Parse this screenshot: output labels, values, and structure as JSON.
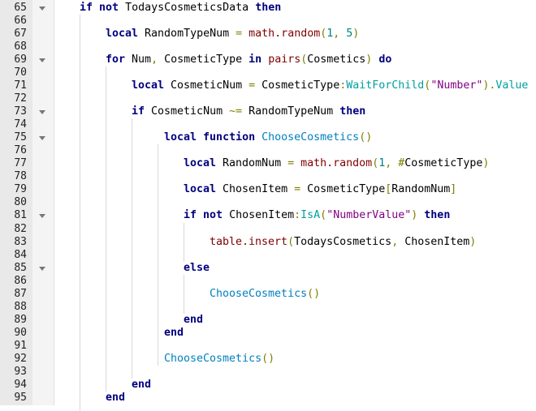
{
  "editor": {
    "first_line": 65,
    "line_numbers": [
      "65",
      "66",
      "67",
      "68",
      "69",
      "70",
      "71",
      "72",
      "73",
      "74",
      "75",
      "76",
      "77",
      "78",
      "79",
      "80",
      "81",
      "82",
      "83",
      "84",
      "85",
      "86",
      "87",
      "88",
      "89",
      "90",
      "91",
      "92",
      "93",
      "94",
      "95"
    ],
    "fold_lines": [
      65,
      69,
      73,
      75,
      81,
      85
    ],
    "colors": {
      "keyword": "#00007f",
      "builtin": "#7f0000",
      "number": "#007f7f",
      "string": "#7f007f",
      "operator": "#7f7f00",
      "method": "#00a0a0",
      "function": "#007fbf"
    },
    "lines": [
      {
        "n": 65,
        "tokens": [
          [
            "kw",
            "if"
          ],
          [
            "id",
            " "
          ],
          [
            "kw",
            "not"
          ],
          [
            "id",
            " TodaysCosmeticsData "
          ],
          [
            "kw",
            "then"
          ]
        ]
      },
      {
        "n": 67,
        "tokens": [
          [
            "kw",
            "local"
          ],
          [
            "id",
            " RandomTypeNum "
          ],
          [
            "op",
            "="
          ],
          [
            "id",
            " "
          ],
          [
            "bi",
            "math.random"
          ],
          [
            "op",
            "("
          ],
          [
            "num",
            "1"
          ],
          [
            "op",
            ","
          ],
          [
            "id",
            " "
          ],
          [
            "num",
            "5"
          ],
          [
            "op",
            ")"
          ]
        ]
      },
      {
        "n": 69,
        "tokens": [
          [
            "kw",
            "for"
          ],
          [
            "id",
            " Num"
          ],
          [
            "op",
            ","
          ],
          [
            "id",
            " CosmeticType "
          ],
          [
            "kw",
            "in"
          ],
          [
            "id",
            " "
          ],
          [
            "bi",
            "pairs"
          ],
          [
            "op",
            "("
          ],
          [
            "id",
            "Cosmetics"
          ],
          [
            "op",
            ")"
          ],
          [
            "id",
            " "
          ],
          [
            "kw",
            "do"
          ]
        ]
      },
      {
        "n": 71,
        "tokens": [
          [
            "kw",
            "local"
          ],
          [
            "id",
            " CosmeticNum "
          ],
          [
            "op",
            "="
          ],
          [
            "id",
            " CosmeticType"
          ],
          [
            "op",
            ":"
          ],
          [
            "mth",
            "WaitForChild"
          ],
          [
            "op",
            "("
          ],
          [
            "str",
            "\"Number\""
          ],
          [
            "op",
            ")."
          ],
          [
            "mth",
            "Value"
          ]
        ]
      },
      {
        "n": 73,
        "tokens": [
          [
            "kw",
            "if"
          ],
          [
            "id",
            " CosmeticNum "
          ],
          [
            "op",
            "~="
          ],
          [
            "id",
            " RandomTypeNum "
          ],
          [
            "kw",
            "then"
          ]
        ]
      },
      {
        "n": 75,
        "tokens": [
          [
            "kw",
            "local"
          ],
          [
            "id",
            " "
          ],
          [
            "kw",
            "function"
          ],
          [
            "id",
            " "
          ],
          [
            "fn",
            "ChooseCosmetics"
          ],
          [
            "op",
            "()"
          ]
        ]
      },
      {
        "n": 77,
        "tokens": [
          [
            "kw",
            "local"
          ],
          [
            "id",
            " RandomNum "
          ],
          [
            "op",
            "="
          ],
          [
            "id",
            " "
          ],
          [
            "bi",
            "math.random"
          ],
          [
            "op",
            "("
          ],
          [
            "num",
            "1"
          ],
          [
            "op",
            ","
          ],
          [
            "id",
            " "
          ],
          [
            "op",
            "#"
          ],
          [
            "id",
            "CosmeticType"
          ],
          [
            "op",
            ")"
          ]
        ]
      },
      {
        "n": 79,
        "tokens": [
          [
            "kw",
            "local"
          ],
          [
            "id",
            " ChosenItem "
          ],
          [
            "op",
            "="
          ],
          [
            "id",
            " CosmeticType"
          ],
          [
            "op",
            "["
          ],
          [
            "id",
            "RandomNum"
          ],
          [
            "op",
            "]"
          ]
        ]
      },
      {
        "n": 81,
        "tokens": [
          [
            "kw",
            "if"
          ],
          [
            "id",
            " "
          ],
          [
            "kw",
            "not"
          ],
          [
            "id",
            " ChosenItem"
          ],
          [
            "op",
            ":"
          ],
          [
            "mth",
            "IsA"
          ],
          [
            "op",
            "("
          ],
          [
            "str",
            "\"NumberValue\""
          ],
          [
            "op",
            ")"
          ],
          [
            "id",
            " "
          ],
          [
            "kw",
            "then"
          ]
        ]
      },
      {
        "n": 83,
        "tokens": [
          [
            "bi",
            "table.insert"
          ],
          [
            "op",
            "("
          ],
          [
            "id",
            "TodaysCosmetics"
          ],
          [
            "op",
            ","
          ],
          [
            "id",
            " ChosenItem"
          ],
          [
            "op",
            ")"
          ]
        ]
      },
      {
        "n": 85,
        "tokens": [
          [
            "kw",
            "else"
          ]
        ]
      },
      {
        "n": 87,
        "tokens": [
          [
            "fn",
            "ChooseCosmetics"
          ],
          [
            "op",
            "()"
          ]
        ]
      },
      {
        "n": 89,
        "tokens": [
          [
            "kw",
            "end"
          ]
        ]
      },
      {
        "n": 90,
        "tokens": [
          [
            "kw",
            "end"
          ]
        ]
      },
      {
        "n": 92,
        "tokens": [
          [
            "fn",
            "ChooseCosmetics"
          ],
          [
            "op",
            "()"
          ]
        ]
      },
      {
        "n": 94,
        "tokens": [
          [
            "kw",
            "end"
          ]
        ]
      },
      {
        "n": 95,
        "tokens": [
          [
            "kw",
            "end"
          ]
        ]
      }
    ]
  }
}
